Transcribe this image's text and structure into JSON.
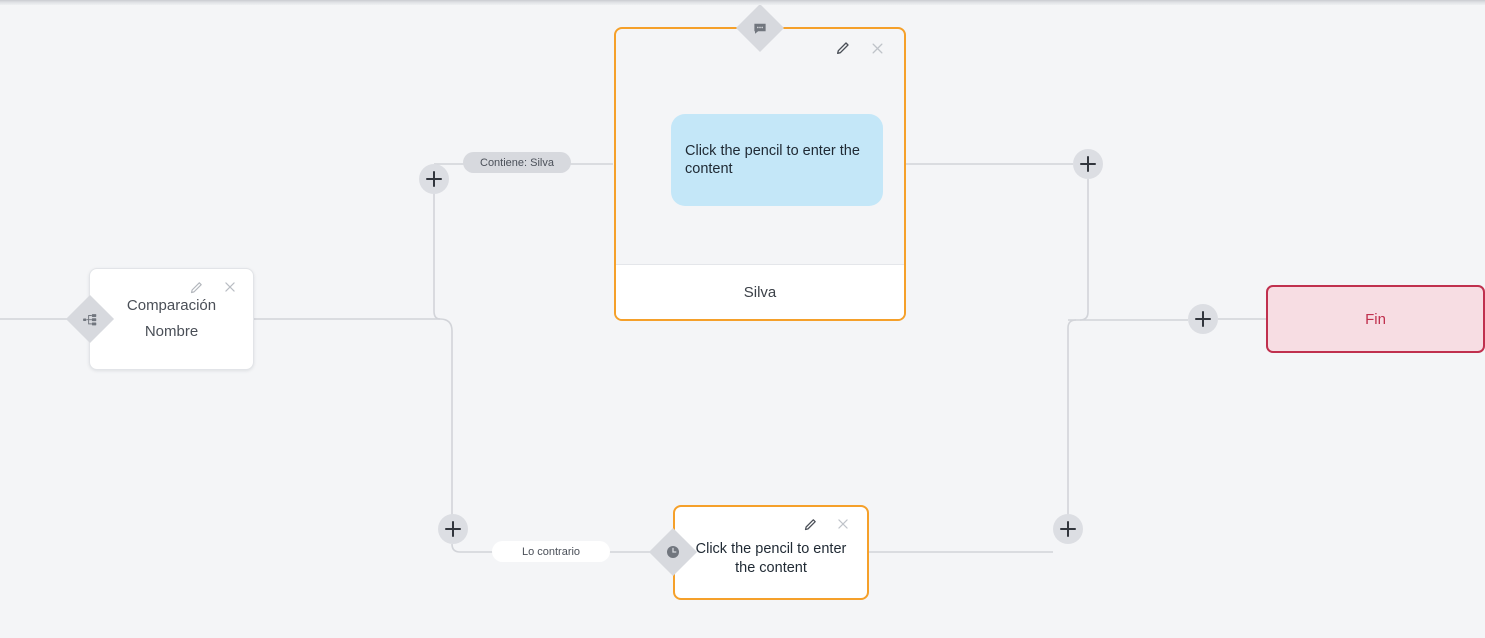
{
  "canvas": {
    "background": "#f4f5f7",
    "accent_orange": "#f5a02a",
    "accent_crimson": "#c0304e",
    "bubble_blue": "#c4e7f8",
    "connector_gray": "#d2d4d9"
  },
  "nodes": {
    "comparison": {
      "name": "comparison-node",
      "title": "Comparación",
      "subtitle": "Nombre",
      "port_icon": "sitemap-icon",
      "edit_icon": "pencil-icon",
      "close_icon": "close-icon"
    },
    "message_true": {
      "name": "message-node-true",
      "content_text": "Click the pencil to enter the content",
      "footer_label": "Silva",
      "port_icon": "message-bubble-icon",
      "edit_icon": "pencil-icon",
      "close_icon": "close-icon"
    },
    "message_false": {
      "name": "message-node-false",
      "content_text": "Click the pencil to enter the content",
      "port_icon": "clock-icon",
      "edit_icon": "pencil-icon",
      "close_icon": "close-icon"
    },
    "end": {
      "name": "end-node",
      "label": "Fin"
    }
  },
  "edge_labels": {
    "true_branch": "Contiene: Silva",
    "false_branch": "Lo contrario"
  },
  "add_buttons": [
    {
      "name": "add-node-button-true-branch"
    },
    {
      "name": "add-node-button-false-branch"
    },
    {
      "name": "add-node-button-after-true"
    },
    {
      "name": "add-node-button-after-false"
    },
    {
      "name": "add-node-button-before-end"
    }
  ]
}
